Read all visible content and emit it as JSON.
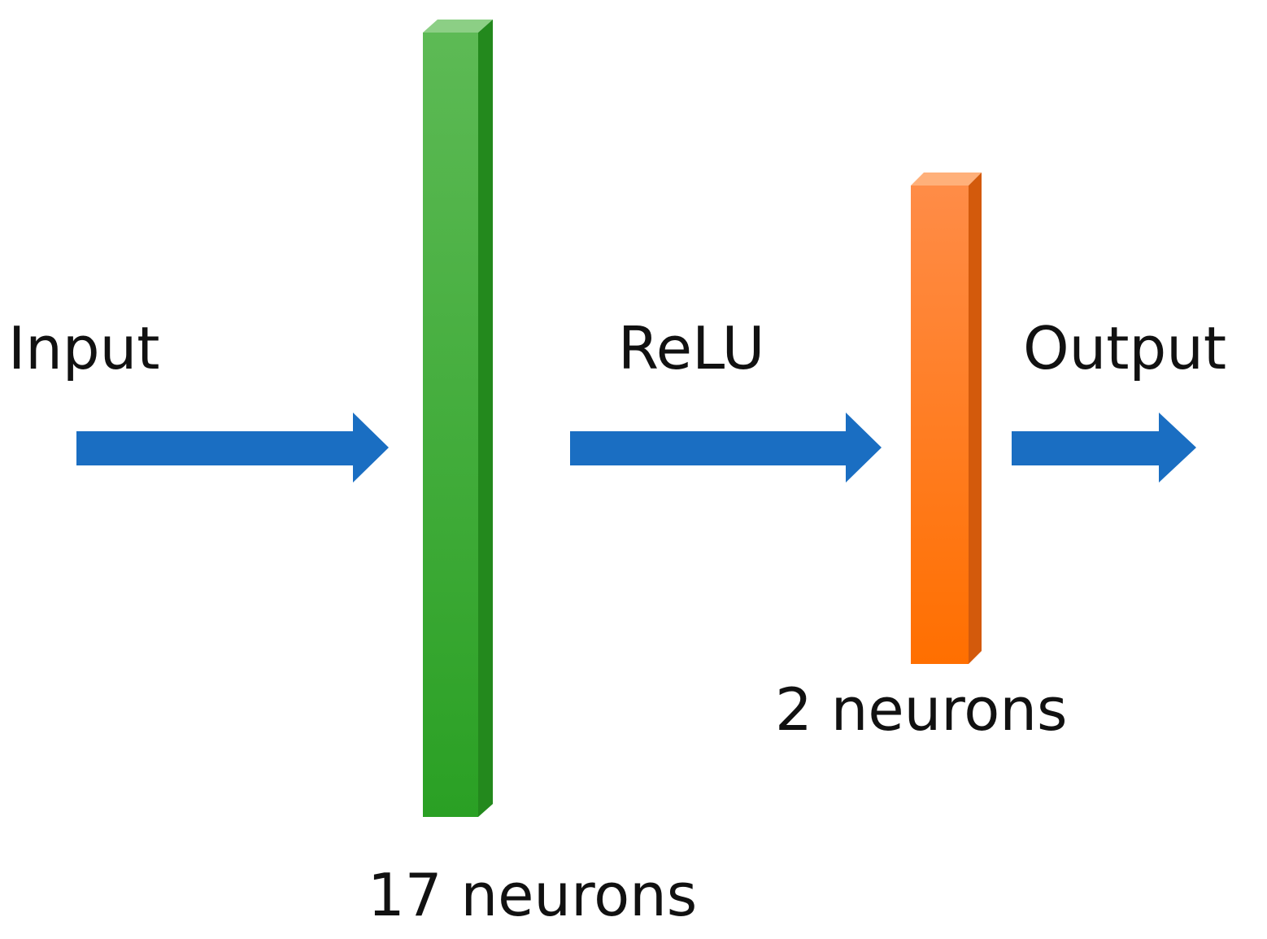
{
  "labels": {
    "input": "Input",
    "activation": "ReLU",
    "output": "Output"
  },
  "layers": [
    {
      "neurons_label": "17 neurons",
      "color": "#3cae34"
    },
    {
      "neurons_label": "2 neurons",
      "color": "#ff7f24"
    }
  ],
  "arrow_color": "#1a6ec2"
}
